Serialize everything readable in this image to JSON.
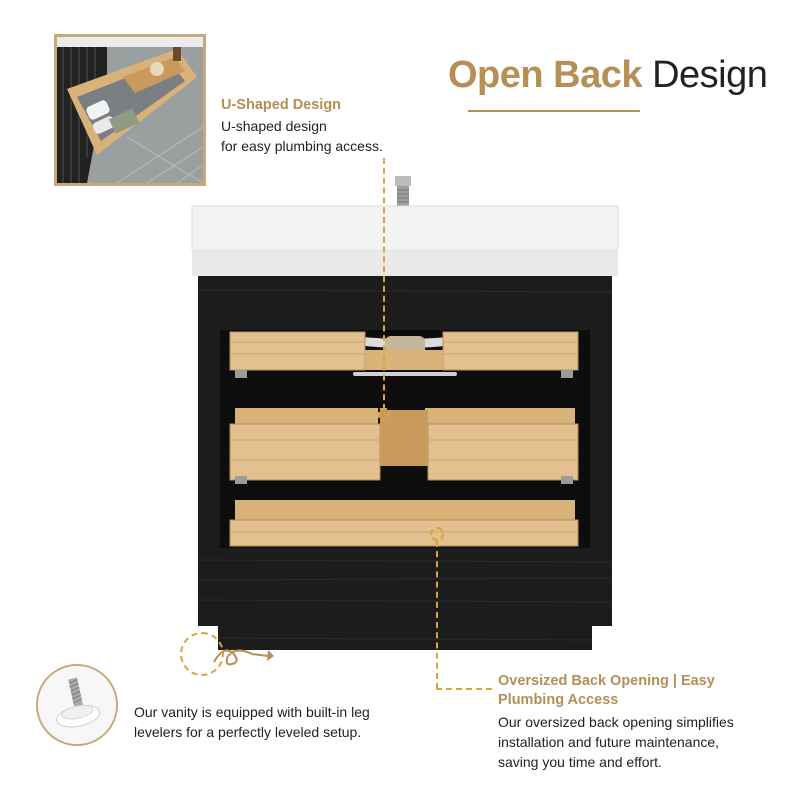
{
  "title": {
    "bold": "Open Back",
    "light": "Design"
  },
  "callouts": {
    "u_shaped": {
      "title": "U-Shaped Design",
      "lines": [
        "U-shaped design",
        "for easy plumbing access."
      ]
    },
    "back_opening": {
      "title_lines": [
        "Oversized Back Opening | Easy",
        "Plumbing Access"
      ],
      "lines": [
        "Our oversized back opening simplifies",
        "installation and future maintenance,",
        "saving you time and effort."
      ]
    },
    "levelers": {
      "lines": [
        "Our vanity is equipped with built-in leg",
        "levelers for a perfectly leveled setup."
      ]
    }
  },
  "colors": {
    "accent_gold": "#b58f55",
    "dashed_line": "#d9a63a",
    "cabinet_black": "#1c1c1c",
    "countertop_white": "#f4f4f4",
    "wood": "#e3c08f"
  },
  "icons": [
    "drawer-photo-icon",
    "vanity-cabinet-icon",
    "faucet-connector-icon",
    "leveler-foot-icon",
    "curl-arrow-icon"
  ]
}
